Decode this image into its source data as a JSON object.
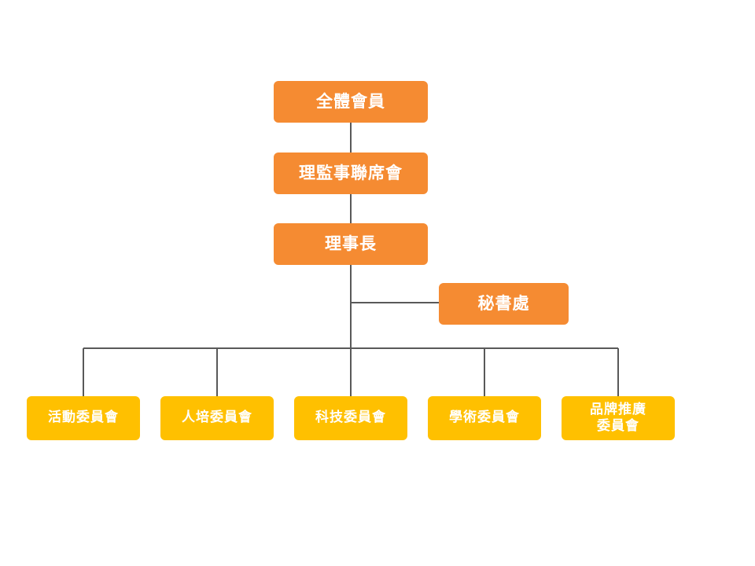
{
  "colors": {
    "top_nodes": "#f58b32",
    "committee_nodes": "#ffc000",
    "connector": "#595959",
    "text": "#ffffff"
  },
  "nodes": {
    "members": "全體會員",
    "board": "理監事聯席會",
    "chair": "理事長",
    "secretariat": "秘書處"
  },
  "committees": [
    "活動委員會",
    "人培委員會",
    "科技委員會",
    "學術委員會",
    "品牌推廣\n委員會"
  ]
}
